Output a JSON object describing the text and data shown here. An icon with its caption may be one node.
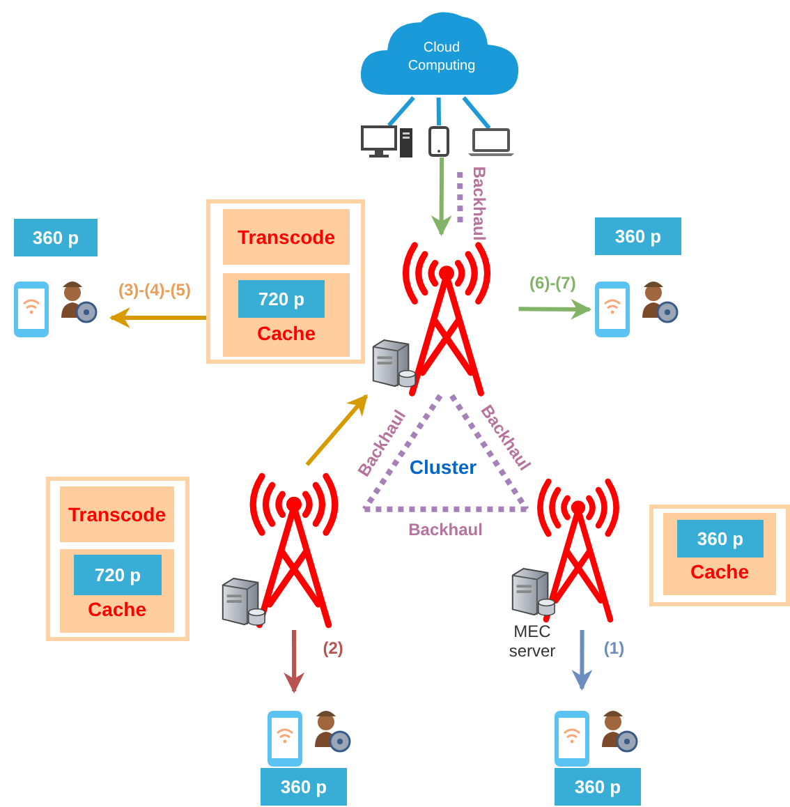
{
  "diagram": {
    "nodes": [
      {
        "text": [
          "Cloud Computing"
        ]
      },
      {
        "text": [],
        "shape": "computer"
      },
      {
        "text": [],
        "shape": "tablet"
      },
      {
        "text": [],
        "shape": "laptop"
      },
      {
        "text": [],
        "shape": "box"
      },
      {
        "text": [
          "Transcode"
        ],
        "in": 4
      },
      {
        "text": [
          "Cache"
        ],
        "in": 4
      },
      {
        "text": [
          "720 p"
        ],
        "in": 6
      },
      {
        "text": [
          "360 p"
        ]
      },
      {
        "text": [
          "360 p"
        ]
      },
      {
        "text": [],
        "shape": "phone"
      },
      {
        "text": [],
        "shape": "tower"
      },
      {
        "text": [],
        "shape": "phone"
      },
      {
        "text": [],
        "shape": "server"
      },
      {
        "text": [],
        "shape": "box"
      },
      {
        "text": [
          "Transcode"
        ],
        "in": 14
      },
      {
        "text": [
          "Cache"
        ],
        "in": 14
      },
      {
        "text": [
          "720 p"
        ],
        "in": 16
      },
      {
        "text": [],
        "shape": "tower"
      },
      {
        "text": [],
        "shape": "tower"
      },
      {
        "text": [],
        "shape": "box"
      },
      {
        "text": [
          "Cache"
        ],
        "in": 20
      },
      {
        "text": [
          "360 p"
        ],
        "in": 21
      },
      {
        "text": [],
        "shape": "server"
      },
      {
        "text": [],
        "shape": "server",
        "beside": [
          "MEC server"
        ]
      },
      {
        "text": [],
        "shape": "phone"
      },
      {
        "text": [],
        "shape": "phone"
      },
      {
        "text": [
          "360 p"
        ]
      },
      {
        "text": [
          "360 p"
        ]
      }
    ],
    "edges": [
      {
        "from": 0,
        "to": 1,
        "arrow": "none",
        "color": "#1e9ad6"
      },
      {
        "from": 0,
        "to": 2,
        "arrow": "none",
        "color": "#1e9ad6"
      },
      {
        "from": 0,
        "to": 3,
        "arrow": "none",
        "color": "#1e9ad6"
      },
      {
        "from": 2,
        "to": 11,
        "arrow": "to",
        "color": "#82b366"
      },
      {
        "from": 3,
        "to": 11,
        "arrow": "none",
        "style": "dashed",
        "label": "Backhaul"
      },
      {
        "from": 4,
        "to": 10,
        "arrow": "to",
        "label": "(3)-(4)-(5)",
        "color": "#d79b00"
      },
      {
        "from": 11,
        "to": 12,
        "arrow": "to",
        "label": "(6)-(7)",
        "color": "#82b366"
      },
      {
        "from": 18,
        "to": 13,
        "arrow": "to",
        "color": "#d79b00"
      },
      {
        "from": 11,
        "to": 18,
        "arrow": "none",
        "style": "dashed",
        "label": "Backhaul"
      },
      {
        "from": 11,
        "to": 19,
        "arrow": "none",
        "style": "dashed",
        "label": "Backhaul"
      },
      {
        "from": 18,
        "to": 19,
        "arrow": "none",
        "style": "dashed",
        "label": "Backhaul"
      },
      {
        "from": 18,
        "to": 25,
        "arrow": "to",
        "label": "(2)",
        "color": "#b85450"
      },
      {
        "from": 19,
        "to": 26,
        "arrow": "to",
        "label": "(1)",
        "color": "#6c8ebf"
      }
    ],
    "labels": [
      "Cluster"
    ]
  }
}
